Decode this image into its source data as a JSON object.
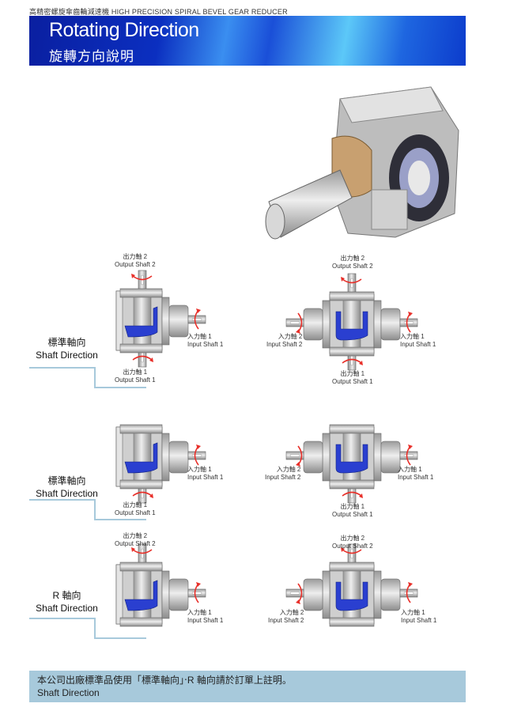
{
  "header": {
    "top_line": "高精密螺旋傘齒輪減速機  HIGH PRECISION SPIRAL BEVEL GEAR REDUCER",
    "title_en": "Rotating Direction",
    "title_zh": "旋轉方向說明"
  },
  "labels": {
    "output2_zh": "出力軸 2",
    "output2_en": "Output Shaft 2",
    "output1_zh": "出力軸 1",
    "output1_en": "Output Shaft 1",
    "input1_zh": "入力軸 1",
    "input1_en": "Input Shaft 1",
    "input2_zh": "入力軸 2",
    "input2_en": "Input Shaft 2"
  },
  "sections": [
    {
      "zh": "標準軸向",
      "en": "Shaft Direction"
    },
    {
      "zh": "標準軸向",
      "en": "Shaft Direction"
    },
    {
      "zh": "R 軸向",
      "en": "Shaft Direction"
    }
  ],
  "footer": {
    "line1": "本公司出廠標準品使用「標準軸向」‧R 軸向請於訂單上註明。",
    "line2": "Shaft Direction"
  },
  "colors": {
    "banner": "#0b2fc0",
    "gear": "#2a3fd0",
    "arrow": "#e8302a",
    "footer_bg": "#a7c9db",
    "step_line": "#a7c9db"
  }
}
